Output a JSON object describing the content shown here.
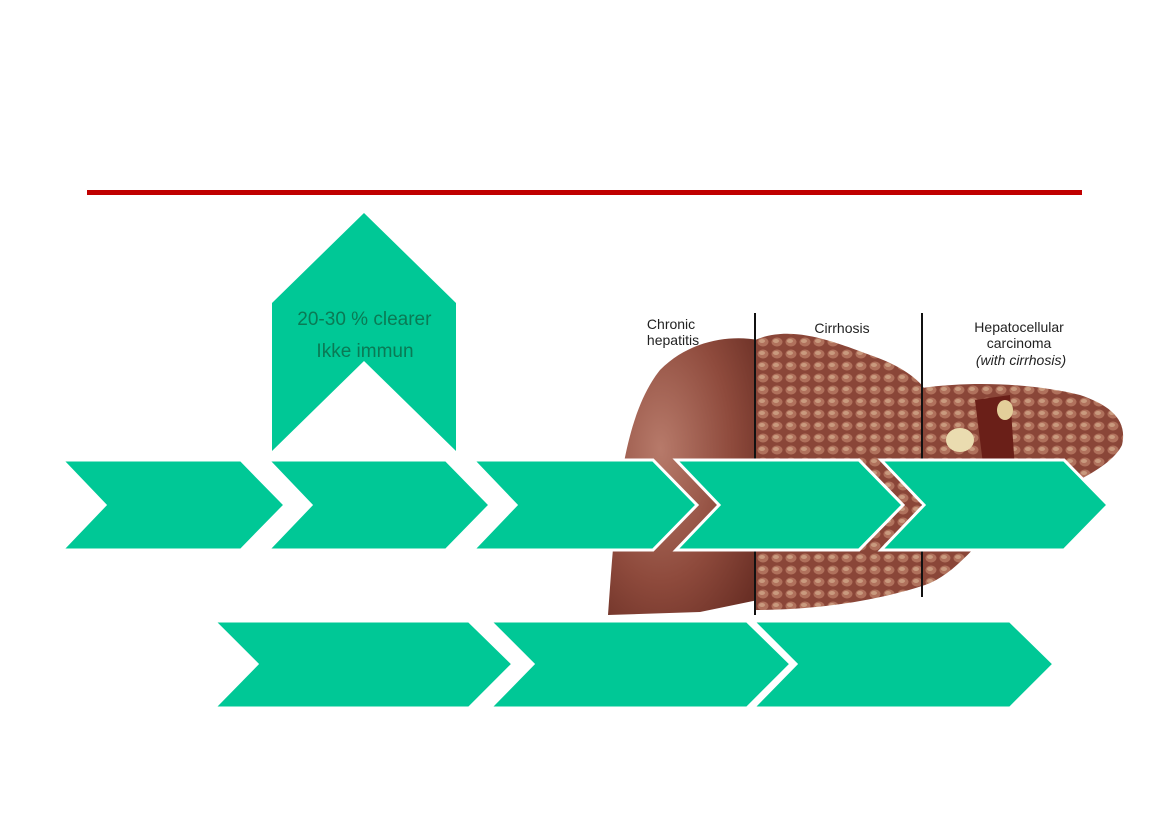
{
  "colors": {
    "accent_line": "#c00000",
    "chevron": "#00c896",
    "chevron_text": "#0a7a55"
  },
  "up_arrow": {
    "lines": [
      "20-30 % clearer",
      "Ikke immun"
    ]
  },
  "liver_image": {
    "labels": {
      "stage1": [
        "Chronic",
        "hepatitis"
      ],
      "stage2": "Cirrhosis",
      "stage3": [
        "Hepatocellular",
        "carcinoma",
        "(with cirrhosis)"
      ]
    }
  },
  "row1_chevrons": 5,
  "row2_chevrons": 3
}
